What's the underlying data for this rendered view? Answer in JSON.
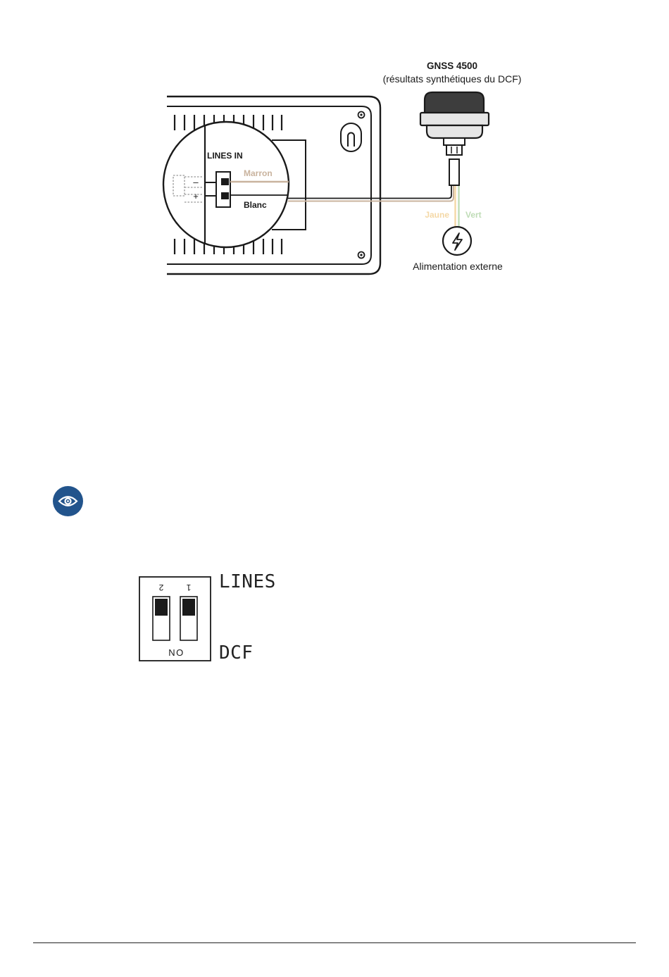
{
  "wiring_diagram": {
    "receiver": {
      "title": "GNSS 4500",
      "subtitle": "(résultats synthétiques du DCF)"
    },
    "terminal": {
      "label": "LINES IN",
      "minus": "–",
      "plus": "+"
    },
    "wires": {
      "brown": "Marron",
      "white": "Blanc",
      "yellow": "Jaune",
      "green": "Vert"
    },
    "power": {
      "label": "Alimentation externe"
    },
    "colors": {
      "brown": "#c9b39e",
      "yellow": "#f4d8a6",
      "green": "#bfdcb6",
      "line": "#1a1a1a"
    }
  },
  "note_icon": {
    "icon": "eye-icon",
    "color": "#22548c"
  },
  "dip_switch": {
    "switch_numbers": [
      "2",
      "1"
    ],
    "on_label": "ON",
    "side_labels": {
      "top": "LINES",
      "bottom": "DCF"
    }
  }
}
